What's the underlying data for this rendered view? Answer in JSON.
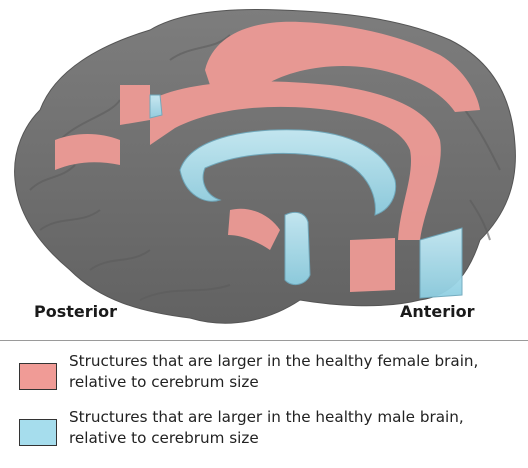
{
  "labels": {
    "posterior": "Posterior",
    "anterior": "Anterior"
  },
  "legend": [
    {
      "color": "#f09b96",
      "text": "Structures that are larger in the healthy female brain, relative to cerebrum size"
    },
    {
      "color": "#a6dded",
      "text": "Structures that are larger in the healthy male brain, relative to cerebrum size"
    }
  ],
  "colors": {
    "brain_gray": "#767676",
    "female_red": "#f09b96",
    "male_blue": "#a6dded"
  }
}
